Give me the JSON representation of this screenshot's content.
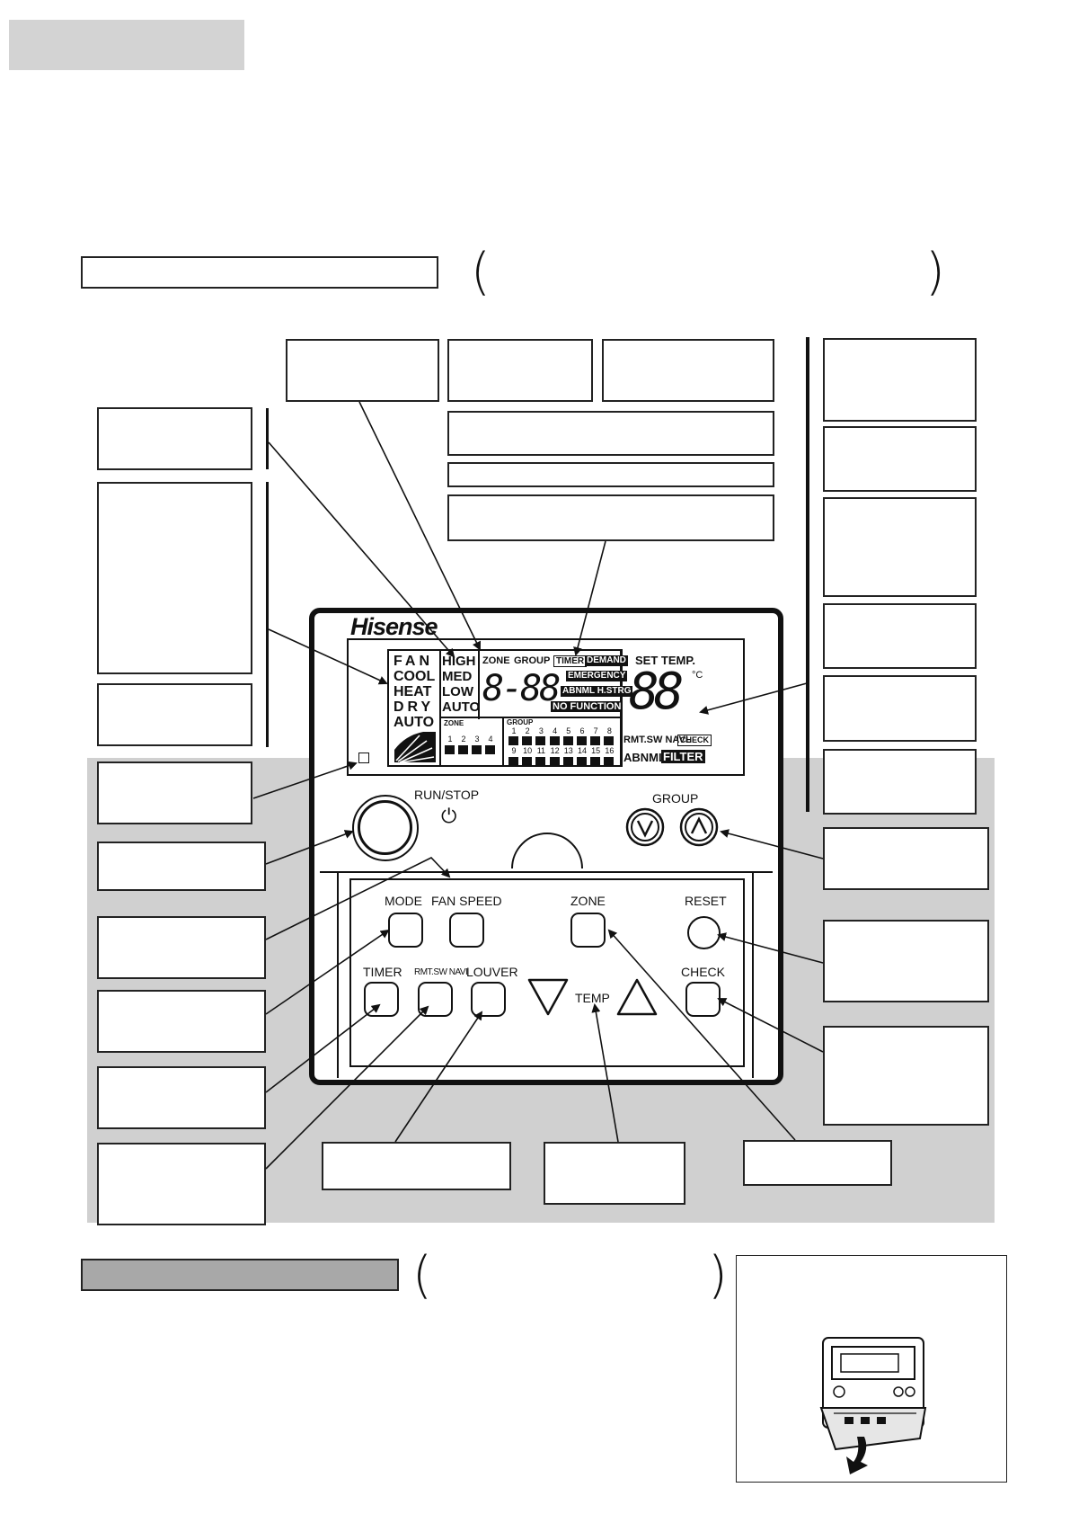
{
  "lcd": {
    "brand": "Hisense",
    "modes": [
      "FAN",
      "COOL",
      "HEAT",
      "DRY",
      "AUTO"
    ],
    "fan_speeds": [
      "HIGH",
      "MED",
      "LOW",
      "AUTO"
    ],
    "zone_label": "ZONE",
    "group_label": "GROUP",
    "timer": "TIMER",
    "demand": "DEMAND",
    "emergency": "EMERGENCY",
    "abnml_hstrg": "ABNML H.STRG",
    "no_function": "NO FUNCTION",
    "digits": "8-88",
    "set_temp": "SET TEMP.",
    "temp_digits": "88",
    "celsius": "°C",
    "rmt_sw_navl": "RMT.SW NAVL",
    "check": "CHECK",
    "abnml": "ABNML",
    "filter": "FILTER",
    "zone_small": "ZONE",
    "zone_numbers": [
      "1",
      "2",
      "3",
      "4"
    ],
    "group_small": "GROUP",
    "group_numbers_top": [
      "1",
      "2",
      "3",
      "4",
      "5",
      "6",
      "7",
      "8"
    ],
    "group_numbers_bottom": [
      "9",
      "10",
      "11",
      "12",
      "13",
      "14",
      "15",
      "16"
    ]
  },
  "buttons": {
    "run_stop": "RUN/STOP",
    "power_symbol": "⏻",
    "group": "GROUP",
    "mode": "MODE",
    "fan_speed": "FAN SPEED",
    "zone": "ZONE",
    "reset": "RESET",
    "timer": "TIMER",
    "rmt_sw_navi": "RMT.SW NAVI",
    "louver": "LOUVER",
    "temp": "TEMP",
    "check": "CHECK"
  },
  "colors": {
    "header_gray": "#d3d3d3",
    "panel_gray": "#d0d0d0",
    "subheader_gray": "#a8a8a8",
    "ink": "#111111"
  }
}
